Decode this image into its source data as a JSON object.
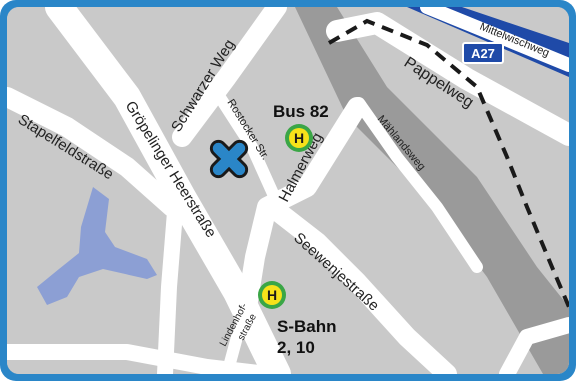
{
  "colors": {
    "frame": "#2a86c8",
    "land": "#c9c9c9",
    "road": "#ffffff",
    "water": "#8c9fd4",
    "rail": "#9a9a9a",
    "highway": "#1f4aa8",
    "marker": "#2a86c8",
    "stop_fill": "#f6e21a",
    "stop_ring": "#3aa646"
  },
  "streets": {
    "mittelwischweg": "Mittelwischweg",
    "pappelweg": "Pappelweg",
    "schwarzer_weg": "Schwarzer Weg",
    "rostocker_str": "Rostocker Str.",
    "maehlandsweg": "Mählandsweg",
    "halmerweg": "Halmerweg",
    "stapelfeldstrasse": "Stapelfeldstraße",
    "groepelinger_heerstrasse": "Gröpelinger Heerstraße",
    "seewenjestrasse": "Seewenjestraße",
    "lindenhofstrasse_1": "Lindenhof-",
    "lindenhofstrasse_2": "straße"
  },
  "highway": {
    "shield": "A27"
  },
  "stops": {
    "letter": "H",
    "bus_label": "Bus 82",
    "sbahn_label_1": "S-Bahn",
    "sbahn_label_2": "2, 10"
  },
  "icons": {
    "destination": "destination-cross-icon",
    "stop": "bus-stop-icon"
  }
}
